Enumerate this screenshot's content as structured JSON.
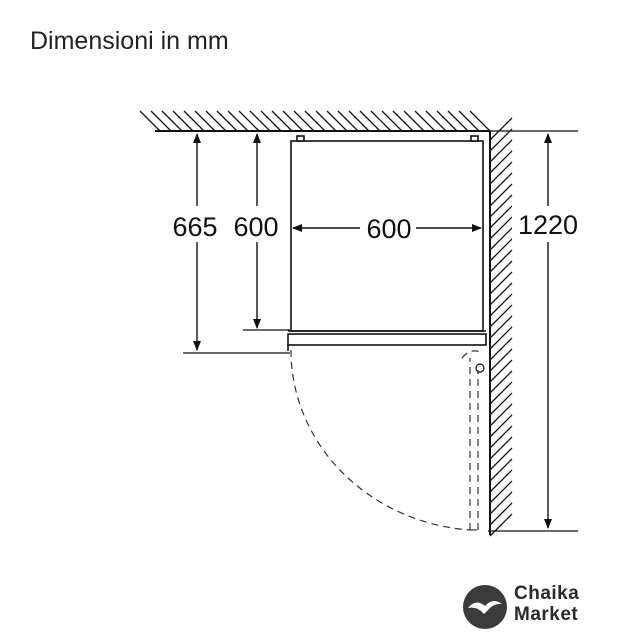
{
  "title": "Dimensioni in mm",
  "dimensions": {
    "depth_total": "665",
    "depth_body": "600",
    "width": "600",
    "depth_door_open": "1220"
  },
  "logo": {
    "line1": "Chaika",
    "line2": "Market"
  },
  "colors": {
    "line": "#111111",
    "dash": "#333333"
  }
}
